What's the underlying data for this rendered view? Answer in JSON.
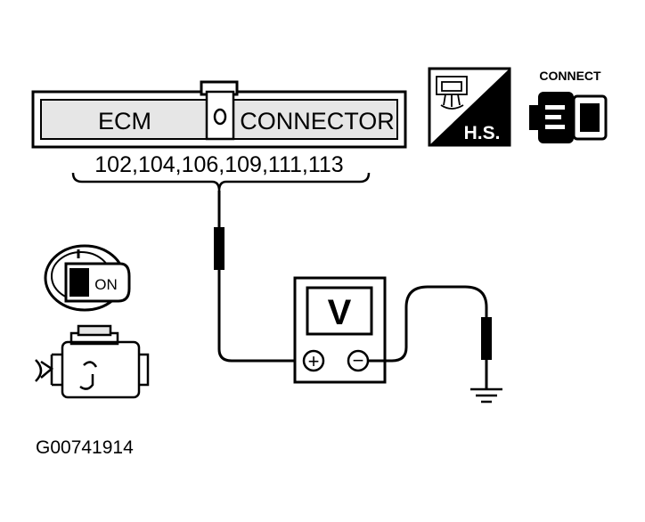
{
  "connector": {
    "left_label": "ECM",
    "right_label": "CONNECTOR",
    "pins": "102,104,106,109,111,113"
  },
  "harness_badge": {
    "text": "H.S."
  },
  "connect_badge": {
    "text": "CONNECT",
    "icon": "connector-plug-icon"
  },
  "ignition": {
    "label": "ON",
    "icon": "ignition-key-icon"
  },
  "engine": {
    "icon": "engine-icon"
  },
  "voltmeter": {
    "label": "V",
    "plus": "+",
    "minus": "−"
  },
  "ground": {
    "icon": "ground-symbol-icon"
  },
  "figure_id": "G00741914",
  "colors": {
    "ink": "#000000",
    "fill_gray": "#e6e6e6",
    "paper": "#ffffff"
  }
}
